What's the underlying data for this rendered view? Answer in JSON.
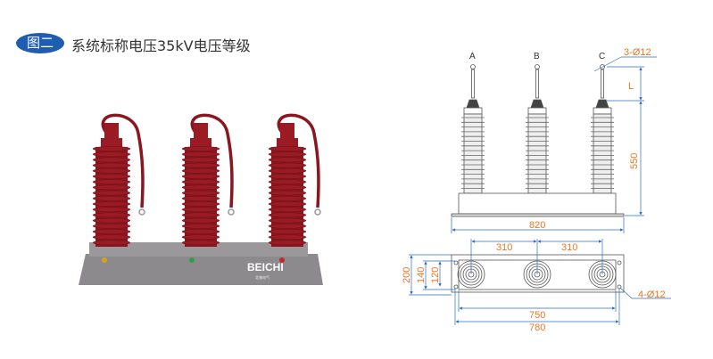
{
  "header": {
    "badge": "图二",
    "title": "系统标称电压35kV电压等级"
  },
  "photo": {
    "brand": "BEICHI",
    "brand_sub": "北驰电气",
    "body_color": "#9b1b25",
    "base_color": "#8c8a8c"
  },
  "front_view": {
    "phase_labels": [
      "A",
      "B",
      "C"
    ],
    "terminal_hole": "3-Ø12",
    "height_label": "L",
    "height_dim": "550",
    "width_dim": "820"
  },
  "top_view": {
    "spacing_dims": [
      "310",
      "310"
    ],
    "depth_dims": [
      "200",
      "140",
      "120"
    ],
    "mount_hole": "4-Ø12",
    "inner_width_dim": "750",
    "outer_width_dim": "780"
  },
  "colors": {
    "dimension": "#e87722",
    "dim_line": "#2b6cc4",
    "badge": "#1f5db3"
  }
}
